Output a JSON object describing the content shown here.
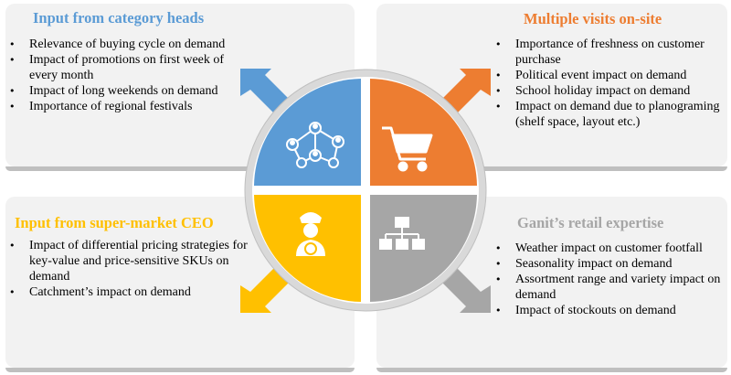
{
  "colors": {
    "blue": "#5b9bd5",
    "orange": "#ed7d31",
    "yellow": "#ffc000",
    "gray": "#a6a6a6",
    "panel": "#f2f2f2",
    "ring": "#d9d9d9"
  },
  "quadrants": {
    "top_left": {
      "heading": "Input from category heads",
      "icon": "network-people-icon",
      "items": [
        "Relevance of buying cycle on demand",
        "Impact of promotions on first week of every month",
        "Impact of long weekends on demand",
        "Importance of regional festivals"
      ]
    },
    "top_right": {
      "heading": "Multiple visits on-site",
      "icon": "shopping-cart-icon",
      "items": [
        "Importance of freshness on customer purchase",
        "Political event impact on demand",
        "School holiday impact on demand",
        "Impact on demand due to planograming (shelf space, layout etc.)"
      ]
    },
    "bottom_left": {
      "heading": "Input from super-market CEO",
      "icon": "captain-icon",
      "items": [
        "Impact of differential pricing strategies for key-value and price-sensitive SKUs on demand",
        "Catchment’s impact on demand"
      ]
    },
    "bottom_right": {
      "heading": "Ganit’s retail expertise",
      "icon": "org-chart-icon",
      "items": [
        "Weather impact on customer footfall",
        "Seasonality impact on demand",
        "Assortment range and variety impact on demand",
        "Impact of stockouts on demand"
      ]
    }
  }
}
